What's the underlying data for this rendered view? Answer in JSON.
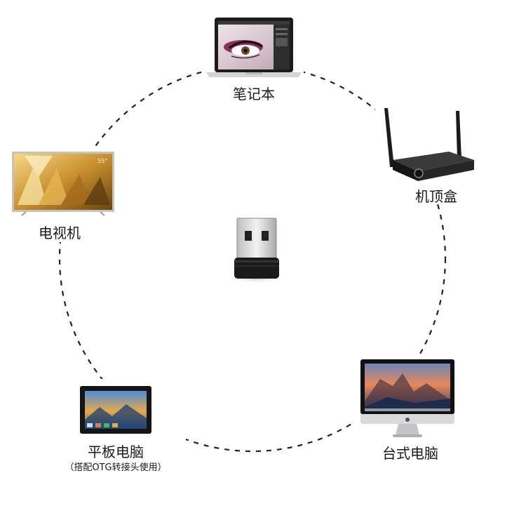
{
  "devices": {
    "laptop": {
      "label": "笔记本"
    },
    "settop": {
      "label": "机顶盒"
    },
    "tv": {
      "label": "电视机",
      "screen_mark": "55\""
    },
    "tablet": {
      "label": "平板电脑",
      "note": "（搭配OTG转接头使用）"
    },
    "desktop": {
      "label": "台式电脑"
    },
    "dongle": {}
  },
  "colors": {
    "ring": "#222222",
    "text": "#1a1a1a"
  }
}
